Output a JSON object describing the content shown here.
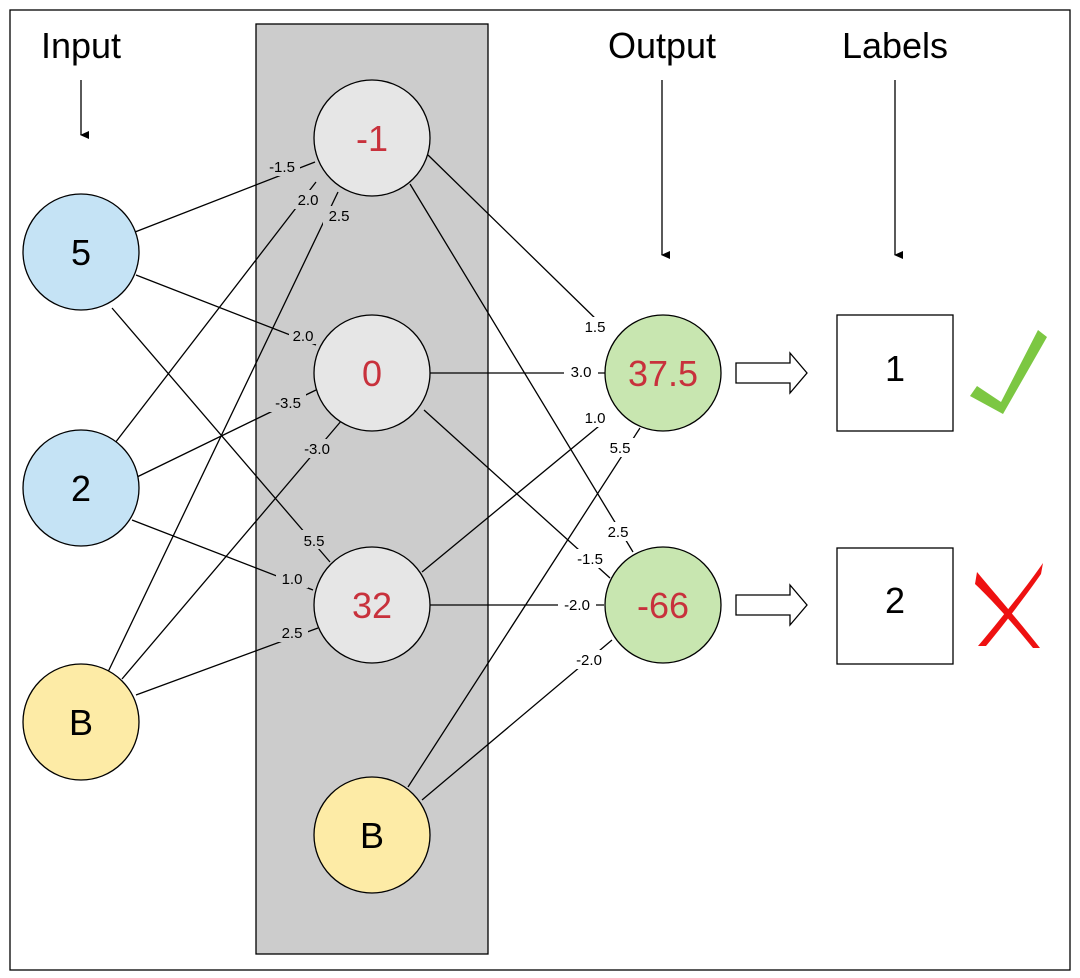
{
  "headers": {
    "input": "Input",
    "output": "Output",
    "labels": "Labels"
  },
  "colors": {
    "input_node": "#c5e3f5",
    "bias_node": "#fdeba6",
    "hidden_node": "#e6e6e6",
    "output_node": "#c8e6b0",
    "hidden_panel": "#cccccc",
    "value_text": "#c8313c",
    "check": "#7cc742",
    "cross": "#ee1111"
  },
  "nodes": {
    "input": [
      "5",
      "2",
      "B"
    ],
    "hidden": [
      "-1",
      "0",
      "32",
      "B"
    ],
    "output": [
      "37.5",
      "-66"
    ]
  },
  "labels": [
    "1",
    "2"
  ],
  "results": [
    {
      "label": "1",
      "icon": "checkmark-icon"
    },
    {
      "label": "2",
      "icon": "cross-icon"
    }
  ],
  "weights": {
    "in5_h1": "-1.5",
    "in5_h2": "2.0",
    "in5_h3": "5.5",
    "in2_h1": "2.0",
    "in2_h2": "-3.5",
    "in2_h3": "1.0",
    "inB_h1": "2.5",
    "inB_h2": "-3.0",
    "inB_h3": "2.5",
    "h1_o1": "1.5",
    "h1_o2": "2.5",
    "h2_o1": "3.0",
    "h2_o2": "-1.5",
    "h3_o1": "1.0",
    "h3_o2": "-2.0",
    "hB_o1": "5.5",
    "hB_o2": "-2.0"
  }
}
